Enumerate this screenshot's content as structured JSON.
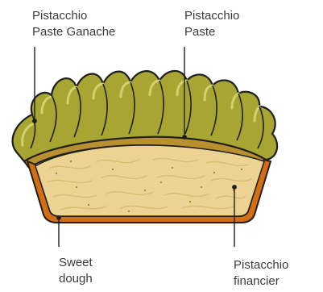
{
  "labels": {
    "pistachio_paste_ganache": "Pistacchio\nPaste Ganache",
    "pistachio_paste": "Pistacchio\nPaste",
    "sweet_dough": "Sweet\ndough",
    "pistachio_financier": "Pistacchio\nfinancier"
  },
  "colors": {
    "ganache_fill": "#a8a632",
    "ganache_highlight": "#c9c85a",
    "paste_layer": "#b8902f",
    "financier_fill": "#ecd391",
    "financier_swirl": "#d7b86a",
    "dough_crust": "#d46e12",
    "outline": "#1f1f1f"
  }
}
